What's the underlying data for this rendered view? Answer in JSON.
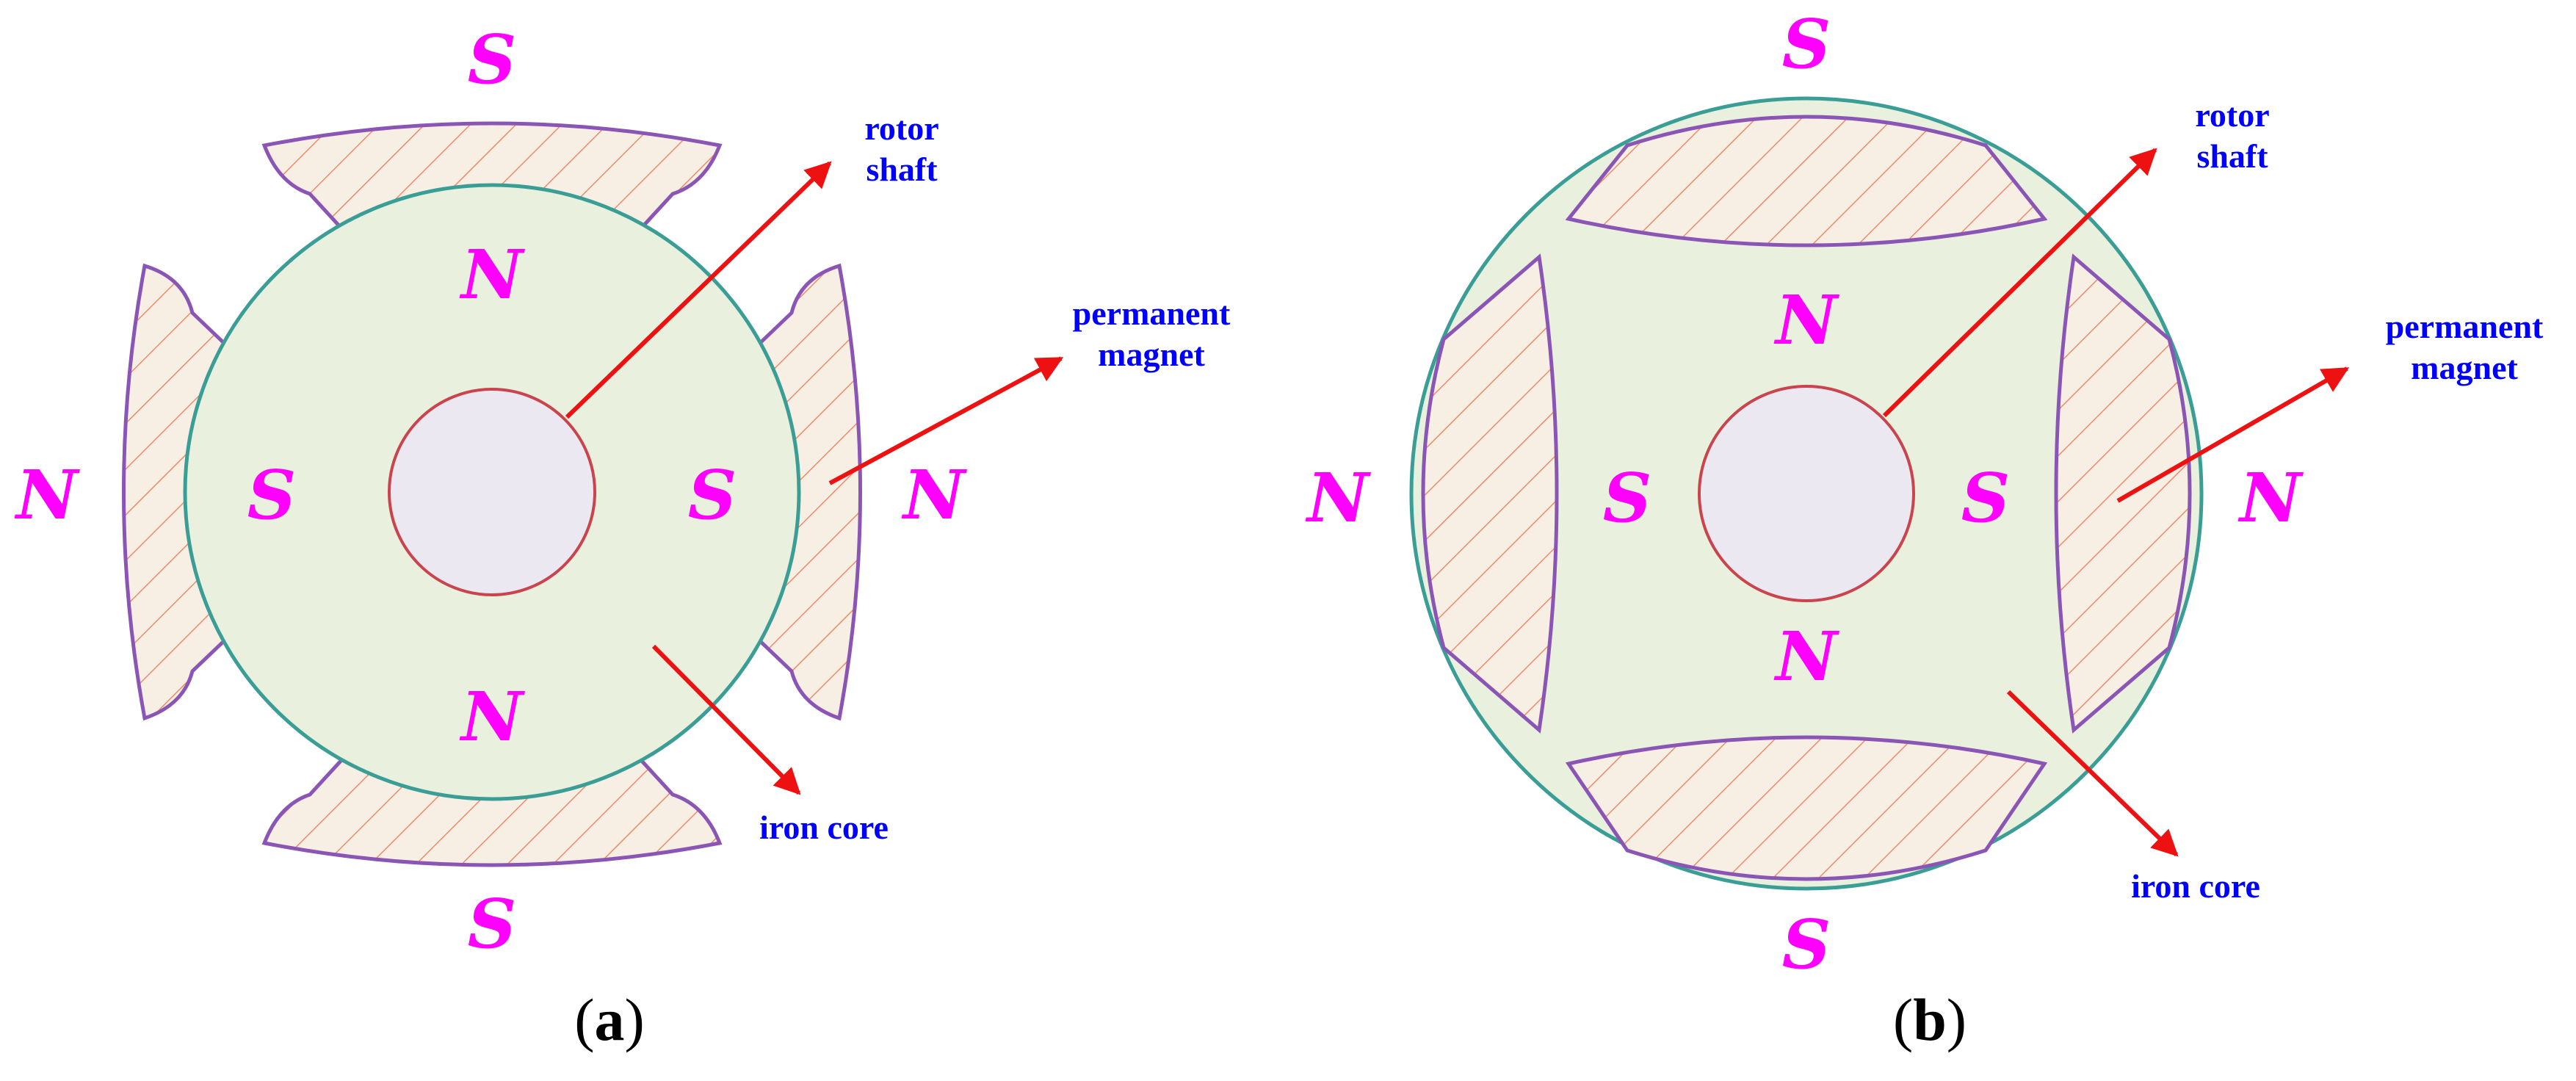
{
  "diagram_a": {
    "poles": {
      "top": "S",
      "bottom": "S",
      "left": "N",
      "right": "N",
      "inner_top": "N",
      "inner_bottom": "N",
      "inner_left": "S",
      "inner_right": "S"
    },
    "labels": {
      "rotor_line1": "rotor",
      "rotor_line2": "shaft",
      "magnet_line1": "permanent",
      "magnet_line2": "magnet",
      "core": "iron core"
    },
    "caption": {
      "open": "(",
      "letter": "a",
      "close": ")"
    }
  },
  "diagram_b": {
    "poles": {
      "top": "S",
      "bottom": "S",
      "left": "N",
      "right": "N",
      "inner_top": "N",
      "inner_bottom": "N",
      "inner_left": "S",
      "inner_right": "S"
    },
    "labels": {
      "rotor_line1": "rotor",
      "rotor_line2": "shaft",
      "magnet_line1": "permanent",
      "magnet_line2": "magnet",
      "core": "iron core"
    },
    "caption": {
      "open": "(",
      "letter": "b",
      "close": ")"
    }
  },
  "colors": {
    "pole_text": "#ff00ff",
    "label_text": "#0000ff",
    "arrow": "#ee1111",
    "core_fill": "#e9f0de",
    "core_stroke": "#3a9e96",
    "shaft_fill": "#ebe8f1",
    "shaft_stroke": "#c9444d",
    "magnet_stroke": "#8a55b5",
    "hatch": "#f08a6a"
  }
}
